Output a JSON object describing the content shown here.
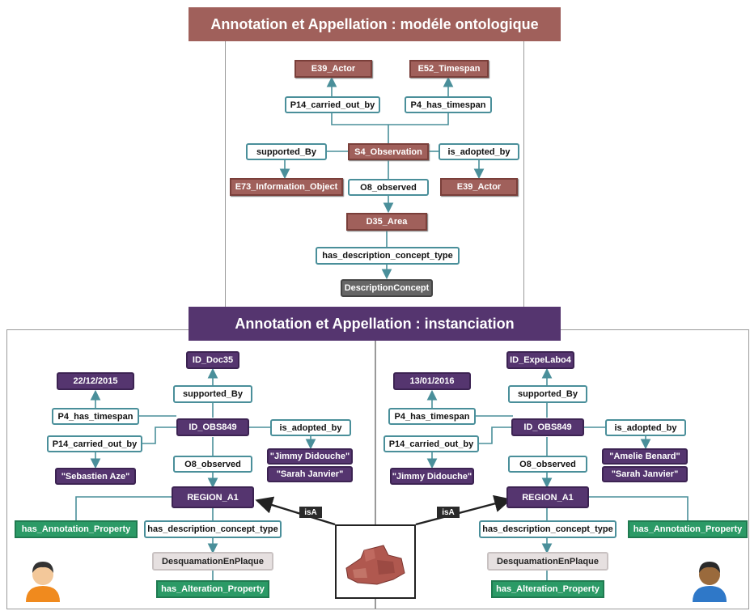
{
  "top_title": "Annotation et Appellation : modéle ontologique",
  "bottom_title": "Annotation et Appellation : instanciation",
  "colors": {
    "class_fill": "#a0605b",
    "instance_fill": "#55356f",
    "property_border": "#4a8f9a",
    "green": "#2b9a66"
  },
  "ontology": {
    "e39_actor": "E39_Actor",
    "e52_timespan": "E52_Timespan",
    "p14": "P14_carried_out_by",
    "p4": "P4_has_timespan",
    "supported_by": "supported_By",
    "s4": "S4_Observation",
    "adopted_by": "is_adopted_by",
    "e73": "E73_Information_Object",
    "o8": "O8_observed",
    "e39_actor_2": "E39_Actor",
    "d35": "D35_Area",
    "has_desc": "has_description_concept_type",
    "desc_concept": "DescriptionConcept"
  },
  "left": {
    "doc": "ID_Doc35",
    "date": "22/12/2015",
    "supported_by": "supported_By",
    "p4": "P4_has_timespan",
    "obs": "ID_OBS849",
    "adopted_by": "is_adopted_by",
    "p14": "P14_carried_out_by",
    "actor1": "\"Jimmy Didouche\"",
    "actor2": "\"Sarah Janvier\"",
    "person": "\"Sebastien Aze\"",
    "o8": "O8_observed",
    "region": "REGION_A1",
    "annotation_prop": "has_Annotation_Property",
    "has_desc": "has_description_concept_type",
    "concept": "DesquamationEnPlaque",
    "alteration_prop": "has_Alteration_Property",
    "isa": "isA"
  },
  "right": {
    "doc": "ID_ExpeLabo4",
    "date": "13/01/2016",
    "supported_by": "supported_By",
    "p4": "P4_has_timespan",
    "obs": "ID_OBS849",
    "adopted_by": "is_adopted_by",
    "p14": "P14_carried_out_by",
    "actor1": "\"Amelie Benard\"",
    "actor2": "\"Sarah Janvier\"",
    "person": "\"Jimmy Didouche\"",
    "o8": "O8_observed",
    "region": "REGION_A1",
    "annotation_prop": "has_Annotation_Property",
    "has_desc": "has_description_concept_type",
    "concept": "DesquamationEnPlaque",
    "alteration_prop": "has_Alteration_Property",
    "isa": "isA"
  }
}
